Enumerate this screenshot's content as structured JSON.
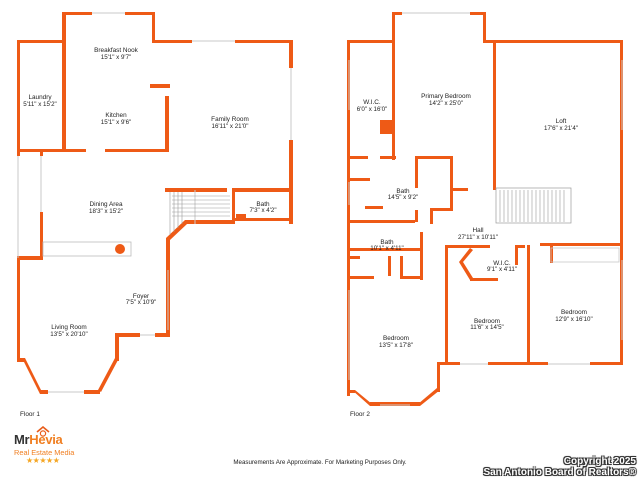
{
  "floor1": {
    "label": "Floor 1",
    "rooms": {
      "breakfast": {
        "name": "Breakfast Nook",
        "dim": "15'1\" x 9'7\""
      },
      "laundry": {
        "name": "Laundry",
        "dim": "5'11\" x 15'2\""
      },
      "kitchen": {
        "name": "Kitchen",
        "dim": "15'1\" x 9'6\""
      },
      "family": {
        "name": "Family Room",
        "dim": "16'11\" x 21'0\""
      },
      "dining": {
        "name": "Dining Area",
        "dim": "18'3\" x 15'2\""
      },
      "bath": {
        "name": "Bath",
        "dim": "7'3\" x 4'2\""
      },
      "foyer": {
        "name": "Foyer",
        "dim": "7'5\" x 10'9\""
      },
      "living": {
        "name": "Living Room",
        "dim": "13'5\" x 20'10\""
      }
    }
  },
  "floor2": {
    "label": "Floor 2",
    "rooms": {
      "wic1": {
        "name": "W.I.C.",
        "dim": "6'0\" x 16'0\""
      },
      "primary": {
        "name": "Primary Bedroom",
        "dim": "14'2\" x 25'0\""
      },
      "loft": {
        "name": "Loft",
        "dim": "17'6\" x 21'4\""
      },
      "bath1": {
        "name": "Bath",
        "dim": "14'5\" x 9'2\""
      },
      "hall": {
        "name": "Hall",
        "dim": "27'11\" x 10'11\""
      },
      "bath2": {
        "name": "Bath",
        "dim": "10'1\" x 4'11\""
      },
      "wic2": {
        "name": "W.I.C.",
        "dim": "9'1\" x 4'11\""
      },
      "bedroom_a": {
        "name": "Bedroom",
        "dim": "13'5\" x 17'8\""
      },
      "bedroom_b": {
        "name": "Bedroom",
        "dim": "11'6\" x 14'5\""
      },
      "bedroom_c": {
        "name": "Bedroom",
        "dim": "12'9\" x 16'10\""
      }
    }
  },
  "footer": {
    "disclaimer": "Measurements Are Approximate. For Marketing Purposes Only.",
    "copyright_line1": "Copyright 2025",
    "copyright_line2": "San Antonio Board of Realtors®"
  },
  "logo": {
    "name_part1": "Mr",
    "name_part2": "Hevia",
    "subtitle": "Real Estate Media",
    "stars": "★★★★★"
  },
  "colors": {
    "wall": "#ee5a16",
    "window": "#c9c9c9",
    "background": "#ffffff"
  }
}
